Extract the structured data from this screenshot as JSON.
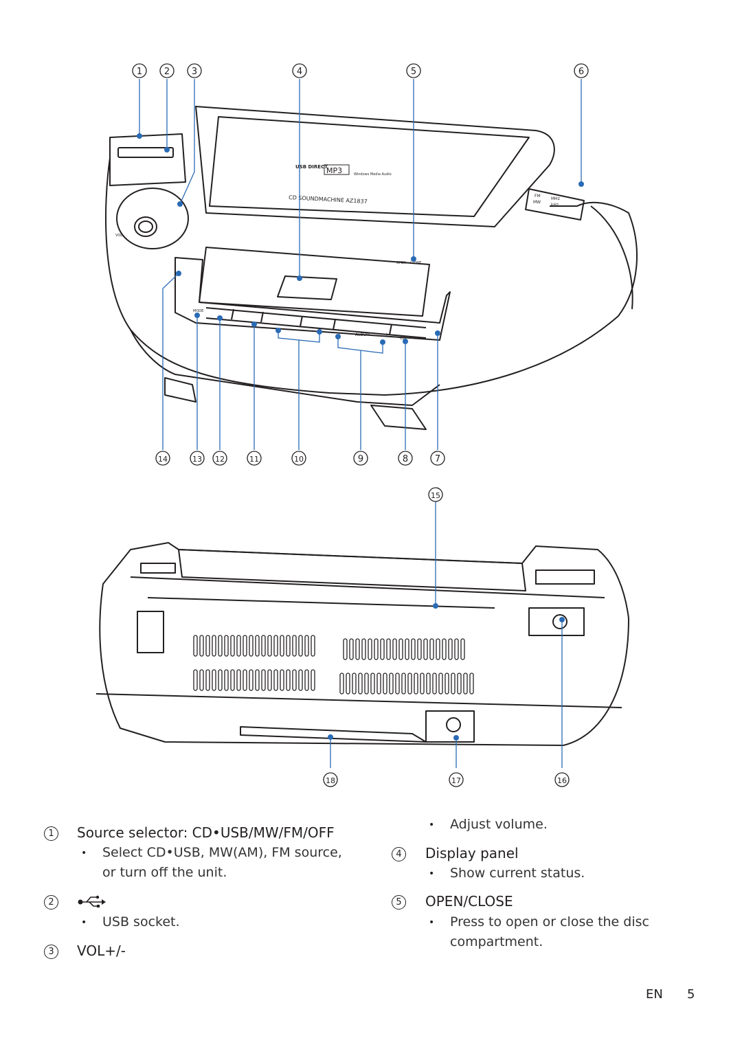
{
  "diagram": {
    "top_labels": [
      "1",
      "2",
      "3",
      "4",
      "5",
      "6"
    ],
    "bottom_labels": [
      "14",
      "13",
      "12",
      "11",
      "10",
      "9",
      "8",
      "7"
    ],
    "rear_labels": [
      "15",
      "18",
      "17",
      "16"
    ],
    "device_text": {
      "model": "CD SOUNDMACHINE AZ1837",
      "usb_direct": "USB DIRECT",
      "mp3": "MP3",
      "wma": "Windows Media Audio",
      "open_close": "OPEN • CLOSE",
      "mode": "MODE",
      "album": "ALBUM",
      "album_minus": "−",
      "album_plus": "+",
      "cd": "CD",
      "vol": "VOL",
      "fm": "FM",
      "mw": "MW",
      "mhz": "MHz",
      "khz": "kHz"
    }
  },
  "legend": {
    "left": [
      {
        "num": "1",
        "title": "Source selector: CD•USB/MW/FM/OFF",
        "bullets": [
          "Select CD•USB, MW(AM), FM source,",
          "or turn off the unit."
        ]
      },
      {
        "num": "2",
        "title_icon": "usb-icon",
        "bullets": [
          "USB socket."
        ]
      },
      {
        "num": "3",
        "title": "VOL+/-"
      }
    ],
    "right": [
      {
        "bullets": [
          "Adjust volume."
        ]
      },
      {
        "num": "4",
        "title": "Display panel",
        "bullets": [
          "Show current status."
        ]
      },
      {
        "num": "5",
        "title": "OPEN/CLOSE",
        "bullets": [
          "Press to open or close the disc",
          "compartment."
        ]
      }
    ],
    "bullet_char": "•"
  },
  "footer": {
    "lang": "EN",
    "page": "5"
  },
  "colors": {
    "callout": "#2a6bb5",
    "ink": "#231f20"
  }
}
